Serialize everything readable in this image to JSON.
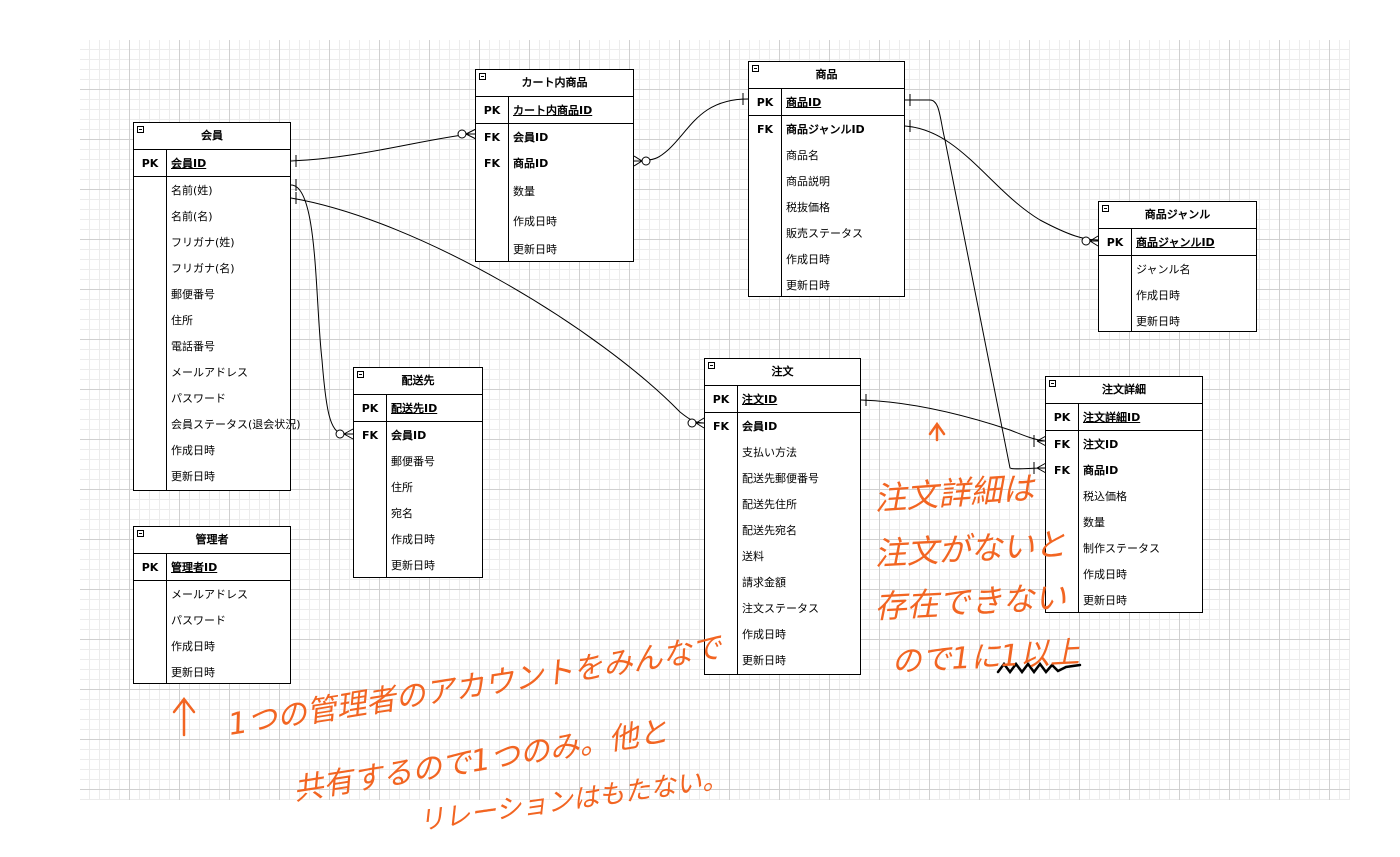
{
  "entities": {
    "member": {
      "title": "会員",
      "pk": {
        "key": "PK",
        "name": "会員ID"
      },
      "attrs": [
        "名前(姓)",
        "名前(名)",
        "フリガナ(姓)",
        "フリガナ(名)",
        "郵便番号",
        "住所",
        "電話番号",
        "メールアドレス",
        "パスワード",
        "会員ステータス(退会状況)",
        "作成日時",
        "更新日時"
      ]
    },
    "cart_item": {
      "title": "カート内商品",
      "pk": {
        "key": "PK",
        "name": "カート内商品ID"
      },
      "fks": [
        {
          "key": "FK",
          "name": "会員ID"
        },
        {
          "key": "FK",
          "name": "商品ID"
        }
      ],
      "attrs": [
        "数量",
        "作成日時",
        "更新日時"
      ]
    },
    "product": {
      "title": "商品",
      "pk": {
        "key": "PK",
        "name": "商品ID"
      },
      "fks": [
        {
          "key": "FK",
          "name": "商品ジャンルID"
        }
      ],
      "attrs": [
        "商品名",
        "商品説明",
        "税抜価格",
        "販売ステータス",
        "作成日時",
        "更新日時"
      ]
    },
    "genre": {
      "title": "商品ジャンル",
      "pk": {
        "key": "PK",
        "name": "商品ジャンルID"
      },
      "attrs": [
        "ジャンル名",
        "作成日時",
        "更新日時"
      ]
    },
    "shipping": {
      "title": "配送先",
      "pk": {
        "key": "PK",
        "name": "配送先ID"
      },
      "fks": [
        {
          "key": "FK",
          "name": "会員ID"
        }
      ],
      "attrs": [
        "郵便番号",
        "住所",
        "宛名",
        "作成日時",
        "更新日時"
      ]
    },
    "order": {
      "title": "注文",
      "pk": {
        "key": "PK",
        "name": "注文ID"
      },
      "fks": [
        {
          "key": "FK",
          "name": "会員ID"
        }
      ],
      "attrs": [
        "支払い方法",
        "配送先郵便番号",
        "配送先住所",
        "配送先宛名",
        "送料",
        "請求金額",
        "注文ステータス",
        "作成日時",
        "更新日時"
      ]
    },
    "order_detail": {
      "title": "注文詳細",
      "pk": {
        "key": "PK",
        "name": "注文詳細ID"
      },
      "fks": [
        {
          "key": "FK",
          "name": "注文ID"
        },
        {
          "key": "FK",
          "name": "商品ID"
        }
      ],
      "attrs": [
        "税込価格",
        "数量",
        "制作ステータス",
        "作成日時",
        "更新日時"
      ]
    },
    "admin": {
      "title": "管理者",
      "pk": {
        "key": "PK",
        "name": "管理者ID"
      },
      "attrs": [
        "メールアドレス",
        "パスワード",
        "作成日時",
        "更新日時"
      ]
    }
  },
  "notes": {
    "admin_note_line1": "1つの管理者のアカウントをみんなで",
    "admin_note_line2": "共有するので1つのみ。他と",
    "admin_note_line3": "リレーションはもたない。",
    "detail_note_line1": "注文詳細は",
    "detail_note_line2": "注文がないと",
    "detail_note_line3": "存在できない",
    "detail_note_line4": "ので1に1以上"
  },
  "colors": {
    "annotation": "#f26522",
    "line": "#000000",
    "grid": "#d0d0d0"
  }
}
